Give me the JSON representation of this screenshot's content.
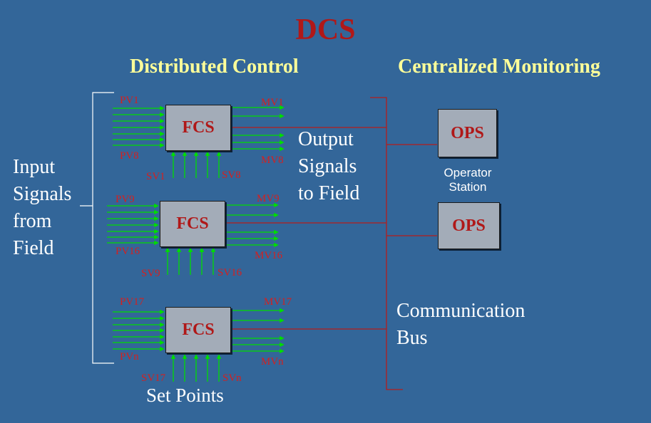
{
  "slide": {
    "title": "DCS",
    "heading_left": "Distributed Control",
    "heading_right": "Centralized Monitoring"
  },
  "input_label": [
    "Input",
    "Signals",
    "from",
    "Field"
  ],
  "output_label": [
    "Output",
    "Signals",
    "to Field"
  ],
  "setpoints_label": "Set Points",
  "operator_label": [
    "Operator",
    "Station"
  ],
  "bus_label": [
    "Communication",
    "Bus"
  ],
  "fcs_units": [
    {
      "label": "FCS",
      "pv_top": "PV1",
      "pv_bottom": "PV8",
      "mv_top": "MV1",
      "mv_bottom": "MV8",
      "sv_left": "SV1",
      "sv_right": "SV8"
    },
    {
      "label": "FCS",
      "pv_top": "PV9",
      "pv_bottom": "PV16",
      "mv_top": "MV9",
      "mv_bottom": "MV16",
      "sv_left": "SV9",
      "sv_right": "SV16"
    },
    {
      "label": "FCS",
      "pv_top": "PV17",
      "pv_bottom": "PVn",
      "mv_top": "MV17",
      "mv_bottom": "MVn",
      "sv_left": "SV17",
      "sv_right": "SVn"
    }
  ],
  "ops_units": [
    {
      "label": "OPS"
    },
    {
      "label": "OPS"
    }
  ],
  "colors": {
    "background": "#336699",
    "title_red": "#b01818",
    "heading_yellow": "#ffff99",
    "arrow_green": "#00dd00",
    "bus_red": "#b51c1c",
    "box_fill": "#a3acb8"
  }
}
